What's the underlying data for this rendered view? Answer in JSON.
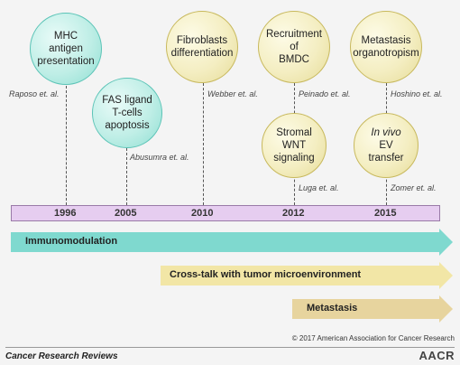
{
  "events": [
    {
      "lines": [
        "MHC",
        "antigen",
        "presentation"
      ],
      "ref": "Raposo et. al.",
      "year": "1996"
    },
    {
      "lines": [
        "FAS ligand",
        "T-cells",
        "apoptosis"
      ],
      "ref": "Abusumra et. al.",
      "year": "2005"
    },
    {
      "lines": [
        "Fibroblasts",
        "differentiation"
      ],
      "ref": "Webber et. al.",
      "year": "2010"
    },
    {
      "lines": [
        "Recruitment of",
        "BMDC"
      ],
      "ref": "Peinado et. al.",
      "year": "2012"
    },
    {
      "lines": [
        "Stromal",
        "WNT",
        "signaling"
      ],
      "ref": "Luga et. al."
    },
    {
      "lines": [
        "Metastasis",
        "organotropism"
      ],
      "ref": "Hoshino et. al.",
      "year": "2015"
    },
    {
      "lines": [
        "In vivo",
        "EV",
        "transfer"
      ],
      "ref": "Zomer et. al."
    }
  ],
  "arrows": [
    {
      "label": "Immunomodulation",
      "color": "#7fd9cf"
    },
    {
      "label": "Cross-talk with tumor microenvironment",
      "color": "#f2e6a6"
    },
    {
      "label": "Metastasis",
      "color": "#e7d49e"
    }
  ],
  "footer": {
    "copyright": "© 2017 American Association for Cancer Research",
    "journal": "Cancer Research Reviews",
    "logo_text": "AACR"
  },
  "colors": {
    "teal": "#8fdfd3",
    "yellow": "#e6dc98",
    "timeline": "#e6cdf0"
  }
}
